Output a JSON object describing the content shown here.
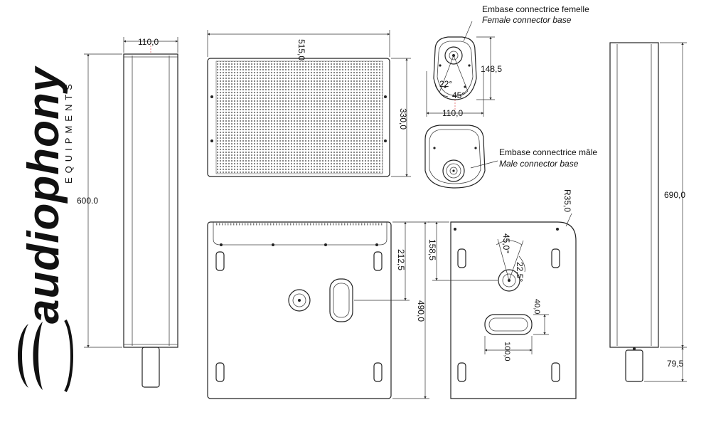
{
  "brand": {
    "name": "audiophony",
    "subtitle": "EQUIPMENTS"
  },
  "dimensions": {
    "side_width": "110,0",
    "side_height": "600.0",
    "front_width": "515,0",
    "front_height": "330,0",
    "connector_height": "148,5",
    "connector_width": "110,0",
    "angle_22": "22°",
    "angle_45": "45°",
    "back_height": "490,0",
    "back_top_offset": "212,5",
    "plate_offset": "158,5",
    "plate_radius": "R35,0",
    "plate_angle_45": "45,0°",
    "plate_angle_22": "22,5°",
    "slot_height": "40,0",
    "slot_width": "100,0",
    "column_height": "690,0",
    "pin_height": "79,5"
  },
  "labels": {
    "female_fr": "Embase connectrice femelle",
    "female_en": "Female connector base",
    "male_fr": "Embase connectrice mâle",
    "male_en": "Male connector base"
  }
}
